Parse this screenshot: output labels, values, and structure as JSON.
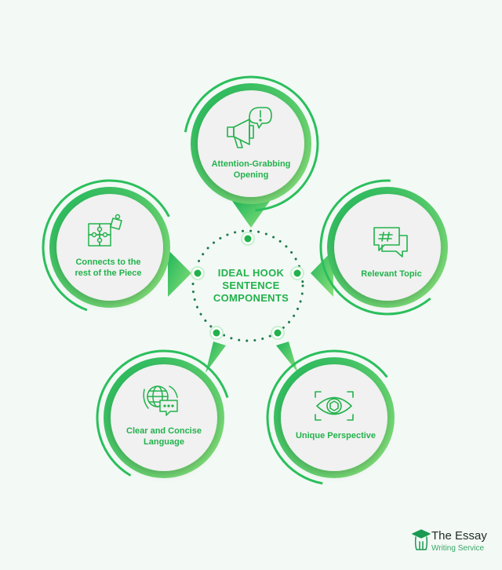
{
  "center": {
    "line1": "IDEAL HOOK",
    "line2": "SENTENCE",
    "line3": "COMPONENTS"
  },
  "nodes": [
    {
      "id": "attention",
      "line1": "Attention-Grabbing",
      "line2": "Opening",
      "icon": "megaphone-icon"
    },
    {
      "id": "relevant",
      "line1": "Relevant Topic",
      "line2": "",
      "icon": "hashtag-chat-icon"
    },
    {
      "id": "unique",
      "line1": "Unique Perspective",
      "line2": "",
      "icon": "eye-icon"
    },
    {
      "id": "clear",
      "line1": "Clear and Concise",
      "line2": "Language",
      "icon": "globe-chat-icon"
    },
    {
      "id": "connects",
      "line1": "Connects to the",
      "line2": "rest of the Piece",
      "icon": "puzzle-icon"
    }
  ],
  "brand": {
    "name": "The Essay",
    "subtitle": "Writing Service",
    "icon": "graduation-cap-icon"
  },
  "colors": {
    "accent": "#22b24c",
    "light_accent": "#7ddb7b",
    "background": "#f3f9f5"
  }
}
